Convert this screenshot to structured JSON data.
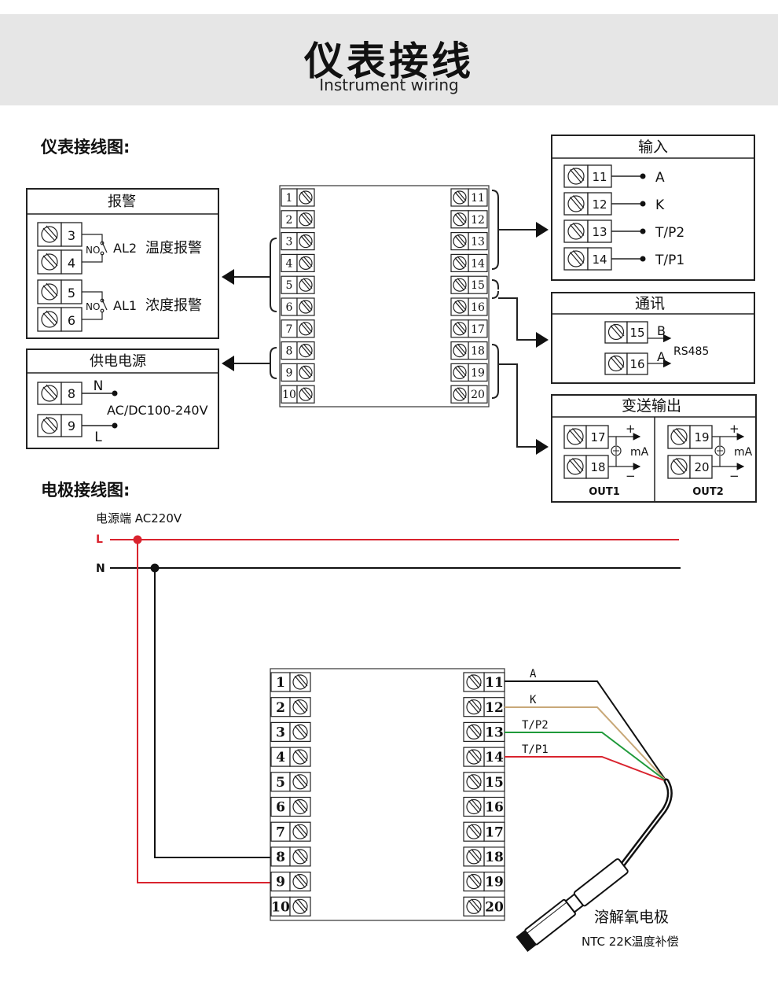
{
  "header": {
    "title": "仪表接线",
    "subtitle": "Instrument wiring"
  },
  "meter_section": {
    "title": "仪表接线图:",
    "terminals_left": [
      "1",
      "2",
      "3",
      "4",
      "5",
      "6",
      "7",
      "8",
      "9",
      "10"
    ],
    "terminals_right": [
      "11",
      "12",
      "13",
      "14",
      "15",
      "16",
      "17",
      "18",
      "19",
      "20"
    ],
    "alarm": {
      "title": "报警",
      "t3": "3",
      "t4": "4",
      "t5": "5",
      "t6": "6",
      "no_1": "NO",
      "no_2": "NO",
      "al2": "AL2",
      "al2_desc": "温度报警",
      "al1": "AL1",
      "al1_desc": "浓度报警"
    },
    "power": {
      "title": "供电电源",
      "t8": "8",
      "t9": "9",
      "n": "N",
      "l": "L",
      "range": "AC/DC100-240V"
    },
    "input": {
      "title": "输入",
      "rows": [
        {
          "terminal": "11",
          "label": "A"
        },
        {
          "terminal": "12",
          "label": "K"
        },
        {
          "terminal": "13",
          "label": "T/P2"
        },
        {
          "terminal": "14",
          "label": "T/P1"
        }
      ]
    },
    "comm": {
      "title": "通讯",
      "t15": "15",
      "t16": "16",
      "b": "B",
      "a": "A",
      "protocol": "RS485"
    },
    "transmit": {
      "title": "变送输出",
      "out1": {
        "t_a": "17",
        "t_b": "18",
        "label": "OUT1",
        "plus": "+",
        "minus": "−",
        "unit": "mA"
      },
      "out2": {
        "t_a": "19",
        "t_b": "20",
        "label": "OUT2",
        "plus": "+",
        "minus": "−",
        "unit": "mA"
      }
    }
  },
  "electrode_section": {
    "title": "电极接线图:",
    "power_label": "电源端  AC220V",
    "line_l": "L",
    "line_n": "N",
    "terminals_left": [
      "1",
      "2",
      "3",
      "4",
      "5",
      "6",
      "7",
      "8",
      "9",
      "10"
    ],
    "terminals_right": [
      "11",
      "12",
      "13",
      "14",
      "15",
      "16",
      "17",
      "18",
      "19",
      "20"
    ],
    "wires": [
      {
        "label": "A",
        "color": "#111111"
      },
      {
        "label": "K",
        "color": "#c8a878"
      },
      {
        "label": "T/P2",
        "color": "#1f9a3a"
      },
      {
        "label": "T/P1",
        "color": "#d9232e"
      }
    ],
    "electrode_name": "溶解氧电极",
    "electrode_note": "NTC 22K温度补偿"
  },
  "colors": {
    "l_line": "#d9232e",
    "n_line": "#111111",
    "banner": "#e6e6e6"
  }
}
